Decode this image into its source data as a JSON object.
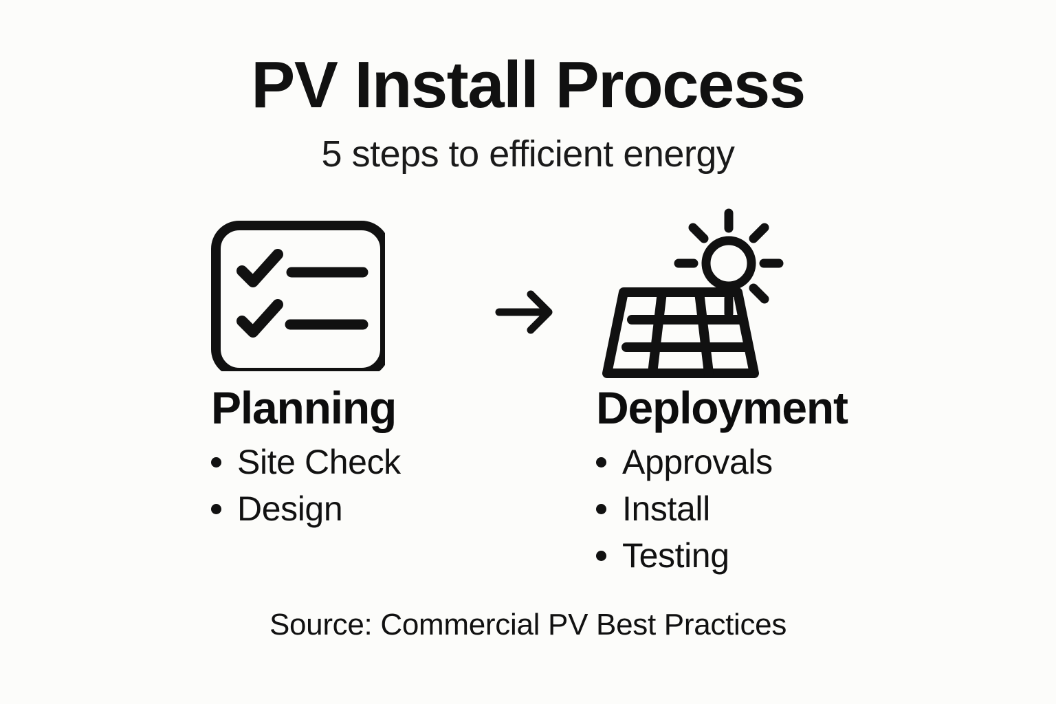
{
  "header": {
    "title": "PV Install Process",
    "subtitle": "5 steps to efficient energy"
  },
  "columns": [
    {
      "icon": "checklist-icon",
      "heading": "Planning",
      "bullets": [
        "Site Check",
        "Design"
      ]
    },
    {
      "icon": "solar-panel-sun-icon",
      "heading": "Deployment",
      "bullets": [
        "Approvals",
        "Install",
        "Testing"
      ]
    }
  ],
  "connector": {
    "icon": "arrow-right-icon"
  },
  "footer": {
    "source": "Source: Commercial PV Best Practices"
  },
  "colors": {
    "background": "#fcfcfa",
    "ink": "#111111"
  }
}
